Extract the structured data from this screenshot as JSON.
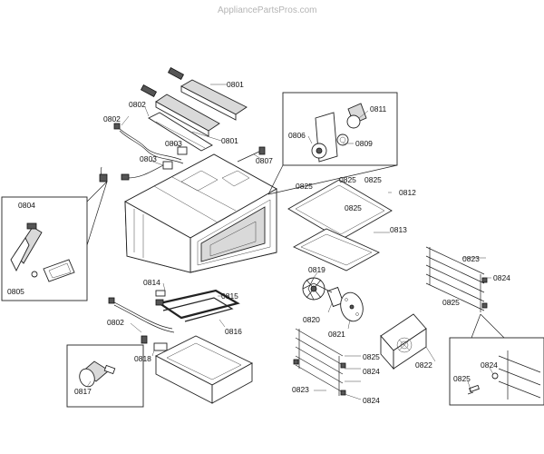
{
  "watermark": "AppliancePartsPros.com",
  "part_labels": {
    "p0801a": "0801",
    "p0801b": "0801",
    "p0802a": "0802",
    "p0802b": "0802",
    "p0802c": "0802",
    "p0803a": "0803",
    "p0803b": "0803",
    "p0804": "0804",
    "p0805": "0805",
    "p0806": "0806",
    "p0807": "0807",
    "p0809": "0809",
    "p0811": "0811",
    "p0812": "0812",
    "p0813": "0813",
    "p0814": "0814",
    "p0815": "0815",
    "p0816": "0816",
    "p0817": "0817",
    "p0818": "0818",
    "p0819": "0819",
    "p0820": "0820",
    "p0821": "0821",
    "p0822": "0822",
    "p0823a": "0823",
    "p0823b": "0823",
    "p0824a": "0824",
    "p0824b": "0824",
    "p0824c": "0824",
    "p0824d": "0824",
    "p0825a": "0825",
    "p0825b": "0825",
    "p0825c": "0825",
    "p0825d": "0825",
    "p0825e": "0825",
    "p0825f": "0825",
    "p0825g": "0825"
  }
}
